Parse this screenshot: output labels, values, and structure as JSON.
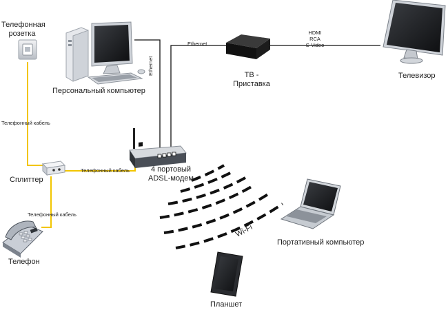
{
  "labels": {
    "telephone_socket": [
      "Телефонная",
      "розетка"
    ],
    "personal_computer": "Персональный компьютер",
    "tv_box": [
      "ТВ -",
      "Приставка"
    ],
    "television": "Телевизор",
    "splitter": "Сплиттер",
    "modem": [
      "4 портовый",
      "ADSL-модем"
    ],
    "telephone": "Телефон",
    "laptop": "Портативный компьютер",
    "tablet": "Планшет",
    "wifi": "Wi-Fi"
  },
  "cables": {
    "ethernet_pc": "Ethernet",
    "ethernet_tv": "Ethernet",
    "tv_connectors": [
      "HDMI",
      "RCA",
      "S-Video"
    ],
    "phone_cable_socket": "Телефонный кабель",
    "phone_cable_modem": "Телефонный кабель",
    "phone_cable_phone": "Телефонный кабель"
  },
  "colors": {
    "phone_cable": "#f2c500",
    "ethernet_cable": "#111111",
    "wifi_waves": "#111111",
    "device_dark": "#1c1c1c",
    "device_light": "#d9dce0"
  }
}
